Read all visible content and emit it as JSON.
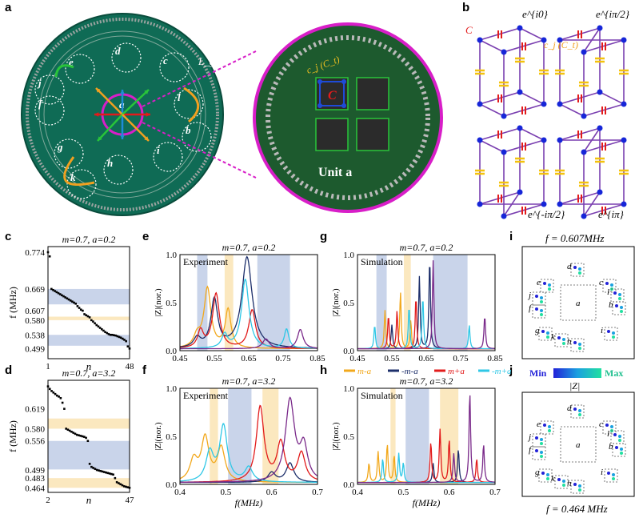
{
  "panel_labels": {
    "a": "a",
    "b": "b",
    "c": "c",
    "d": "d",
    "e": "e",
    "f": "f",
    "g": "g",
    "h": "h",
    "i": "i",
    "j": "j"
  },
  "panel_a": {
    "unit_label": "Unit a",
    "site_labels": [
      "a",
      "b",
      "c",
      "d",
      "e",
      "f",
      "g",
      "h",
      "i",
      "j",
      "k",
      "l"
    ],
    "lg_label": "L_g",
    "cj_label": "c_j (C_t)",
    "c_label": "C",
    "colors": {
      "board": "#0f6b55",
      "zoom_border": "#d81ec8",
      "red": "#e21b1b",
      "blue": "#1e8bd8",
      "orange": "#f0a020",
      "green": "#29c43a"
    }
  },
  "panel_b": {
    "phase_labels": [
      "e^{i0}",
      "e^{iπ/2}",
      "e^{-iπ/2}",
      "e^{iπ}"
    ],
    "c_label": "C",
    "cj_label": "c_j (C_t)",
    "colors": {
      "node": "#1626d8",
      "edge": "#7a3fb0",
      "cap_red": "#e21b1b",
      "cap_yellow": "#f4c20d"
    }
  },
  "legend": {
    "items": [
      {
        "label": "m-a",
        "color": "#f2a81c"
      },
      {
        "label": "-m-a",
        "color": "#1d2f6b"
      },
      {
        "label": "m+a",
        "color": "#e21b1b"
      },
      {
        "label": "-m+a",
        "color": "#2ec7e6"
      }
    ]
  },
  "panel_i": {
    "title": "f = 0.607MHz",
    "sites": [
      "a",
      "b",
      "c",
      "d",
      "e",
      "f",
      "g",
      "h",
      "i",
      "j",
      "k",
      "l"
    ]
  },
  "panel_j": {
    "title": "f = 0.464 MHz",
    "sites": [
      "a",
      "b",
      "c",
      "d",
      "e",
      "f",
      "g",
      "h",
      "i",
      "j",
      "k",
      "l"
    ]
  },
  "colorbar": {
    "min_label": "Min",
    "max_label": "Max",
    "quantity": "|Z|",
    "colors": [
      "#2222d8",
      "#1aa0e0",
      "#22e0a0"
    ]
  },
  "chart_data": [
    {
      "id": "c",
      "type": "scatter",
      "title": "m=0.7, a=0.2",
      "xlabel": "n",
      "ylabel": "f (MHz)",
      "xlim": [
        1,
        48
      ],
      "ylim": [
        0.47,
        0.79
      ],
      "xtick_labels": [
        "1",
        "48"
      ],
      "ytick_labels": [
        "0.774",
        "0.669",
        "0.607",
        "0.580",
        "0.538",
        "0.499"
      ],
      "bands": [
        {
          "range": [
            0.625,
            0.669
          ],
          "color": "#c9d4ea"
        },
        {
          "range": [
            0.58,
            0.59
          ],
          "color": "#fbe8bf"
        },
        {
          "range": [
            0.507,
            0.538
          ],
          "color": "#c9d4ea"
        }
      ],
      "points": [
        [
          1,
          0.774
        ],
        [
          2,
          0.762
        ],
        [
          3,
          0.669
        ],
        [
          4,
          0.666
        ],
        [
          5,
          0.663
        ],
        [
          6,
          0.66
        ],
        [
          7,
          0.657
        ],
        [
          8,
          0.654
        ],
        [
          9,
          0.651
        ],
        [
          10,
          0.648
        ],
        [
          11,
          0.645
        ],
        [
          12,
          0.642
        ],
        [
          13,
          0.639
        ],
        [
          14,
          0.636
        ],
        [
          15,
          0.633
        ],
        [
          16,
          0.63
        ],
        [
          17,
          0.627
        ],
        [
          18,
          0.62
        ],
        [
          19,
          0.615
        ],
        [
          20,
          0.61
        ],
        [
          21,
          0.607
        ],
        [
          22,
          0.597
        ],
        [
          23,
          0.594
        ],
        [
          24,
          0.591
        ],
        [
          25,
          0.588
        ],
        [
          26,
          0.58
        ],
        [
          27,
          0.576
        ],
        [
          28,
          0.571
        ],
        [
          29,
          0.566
        ],
        [
          30,
          0.562
        ],
        [
          31,
          0.558
        ],
        [
          32,
          0.554
        ],
        [
          33,
          0.55
        ],
        [
          34,
          0.546
        ],
        [
          35,
          0.543
        ],
        [
          36,
          0.54
        ],
        [
          37,
          0.538
        ],
        [
          38,
          0.538
        ],
        [
          39,
          0.537
        ],
        [
          40,
          0.536
        ],
        [
          41,
          0.534
        ],
        [
          42,
          0.532
        ],
        [
          43,
          0.53
        ],
        [
          44,
          0.527
        ],
        [
          45,
          0.524
        ],
        [
          46,
          0.52
        ],
        [
          47,
          0.505
        ],
        [
          48,
          0.499
        ]
      ]
    },
    {
      "id": "d",
      "type": "scatter",
      "title": "m=0.7, a=3.2",
      "xlabel": "n",
      "ylabel": "f (MHz)",
      "xlim": [
        2,
        47
      ],
      "ylim": [
        0.455,
        0.675
      ],
      "xtick_labels": [
        "2",
        "47"
      ],
      "ytick_labels": [
        "0.619",
        "0.580",
        "0.556",
        "0.499",
        "0.483",
        "0.464"
      ],
      "bands": [
        {
          "range": [
            0.58,
            0.6
          ],
          "color": "#fbe8bf"
        },
        {
          "range": [
            0.5,
            0.556
          ],
          "color": "#c9d4ea"
        },
        {
          "range": [
            0.464,
            0.483
          ],
          "color": "#fbe8bf"
        }
      ],
      "points": [
        [
          2,
          0.663
        ],
        [
          3,
          0.658
        ],
        [
          4,
          0.654
        ],
        [
          5,
          0.651
        ],
        [
          6,
          0.648
        ],
        [
          7,
          0.645
        ],
        [
          8,
          0.643
        ],
        [
          9,
          0.64
        ],
        [
          10,
          0.631
        ],
        [
          11,
          0.619
        ],
        [
          12,
          0.58
        ],
        [
          13,
          0.578
        ],
        [
          14,
          0.576
        ],
        [
          15,
          0.574
        ],
        [
          16,
          0.572
        ],
        [
          17,
          0.57
        ],
        [
          18,
          0.568
        ],
        [
          19,
          0.567
        ],
        [
          20,
          0.566
        ],
        [
          21,
          0.565
        ],
        [
          22,
          0.564
        ],
        [
          23,
          0.562
        ],
        [
          24,
          0.556
        ],
        [
          25,
          0.511
        ],
        [
          26,
          0.505
        ],
        [
          27,
          0.503
        ],
        [
          28,
          0.501
        ],
        [
          29,
          0.499
        ],
        [
          30,
          0.498
        ],
        [
          31,
          0.497
        ],
        [
          32,
          0.496
        ],
        [
          33,
          0.495
        ],
        [
          34,
          0.494
        ],
        [
          35,
          0.493
        ],
        [
          36,
          0.492
        ],
        [
          37,
          0.491
        ],
        [
          38,
          0.49
        ],
        [
          39,
          0.483
        ],
        [
          40,
          0.475
        ],
        [
          41,
          0.473
        ],
        [
          42,
          0.471
        ],
        [
          43,
          0.469
        ],
        [
          44,
          0.467
        ],
        [
          45,
          0.466
        ],
        [
          46,
          0.465
        ],
        [
          47,
          0.464
        ]
      ]
    },
    {
      "id": "e",
      "type": "line",
      "title": "m=0.7, a=0.2",
      "annotation": "Experiment",
      "xlabel": "",
      "ylabel": "|Z|(nor.)",
      "xlim": [
        0.45,
        0.85
      ],
      "ylim": [
        0,
        1.0
      ],
      "xtick_labels": [
        "0.45",
        "0.55",
        "0.65",
        "0.75",
        "0.85"
      ],
      "ytick_labels": [
        "0.0",
        "0.5",
        "1.0"
      ],
      "bands": [
        {
          "range": [
            0.5,
            0.53
          ],
          "color": "#c9d4ea"
        },
        {
          "range": [
            0.58,
            0.605
          ],
          "color": "#fbe8bf"
        },
        {
          "range": [
            0.675,
            0.77
          ],
          "color": "#c9d4ea"
        }
      ],
      "series": [
        {
          "name": "m-a",
          "color": "#f2a81c",
          "peaks": [
            [
              0.53,
              0.62,
              0.012
            ],
            [
              0.59,
              0.4,
              0.01
            ],
            [
              0.5,
              0.12,
              0.012
            ]
          ]
        },
        {
          "name": "-m-a",
          "color": "#1d2f6b",
          "peaks": [
            [
              0.645,
              0.95,
              0.018
            ],
            [
              0.55,
              0.5,
              0.012
            ],
            [
              0.5,
              0.1,
              0.012
            ]
          ]
        },
        {
          "name": "m+a",
          "color": "#e21b1b",
          "peaks": [
            [
              0.555,
              0.57,
              0.012
            ],
            [
              0.51,
              0.18,
              0.01
            ],
            [
              0.66,
              0.4,
              0.012
            ]
          ]
        },
        {
          "name": "-m+a",
          "color": "#2ec7e6",
          "peaks": [
            [
              0.64,
              0.72,
              0.013
            ],
            [
              0.76,
              0.2,
              0.008
            ],
            [
              0.58,
              0.14,
              0.01
            ]
          ]
        },
        {
          "name": "",
          "color": "#7a2a8a",
          "peaks": [
            [
              0.8,
              0.2,
              0.01
            ],
            [
              0.7,
              0.1,
              0.012
            ]
          ]
        }
      ]
    },
    {
      "id": "g",
      "type": "line",
      "title": "m=0.7, a=0.2",
      "annotation": "Simulation",
      "xlabel": "",
      "ylabel": "|Z|(nor.)",
      "xlim": [
        0.45,
        0.85
      ],
      "ylim": [
        0,
        1.0
      ],
      "xtick_labels": [
        "0.45",
        "0.55",
        "0.65",
        "0.75",
        "0.85"
      ],
      "ytick_labels": [
        "0.0",
        "0.5",
        "1.0"
      ],
      "bands": [
        {
          "range": [
            0.505,
            0.535
          ],
          "color": "#c9d4ea"
        },
        {
          "range": [
            0.585,
            0.605
          ],
          "color": "#fbe8bf"
        },
        {
          "range": [
            0.67,
            0.77
          ],
          "color": "#c9d4ea"
        }
      ],
      "series": [
        {
          "name": "m-a",
          "color": "#f2a81c",
          "peaks": [
            [
              0.53,
              0.4,
              0.0025
            ],
            [
              0.575,
              0.6,
              0.0025
            ],
            [
              0.605,
              0.3,
              0.0025
            ]
          ]
        },
        {
          "name": "-m-a",
          "color": "#1d2f6b",
          "peaks": [
            [
              0.63,
              0.75,
              0.0025
            ],
            [
              0.66,
              0.95,
              0.0025
            ],
            [
              0.55,
              0.25,
              0.0025
            ]
          ]
        },
        {
          "name": "m+a",
          "color": "#e21b1b",
          "peaks": [
            [
              0.54,
              0.35,
              0.0025
            ],
            [
              0.565,
              0.4,
              0.0025
            ],
            [
              0.62,
              0.55,
              0.0025
            ]
          ]
        },
        {
          "name": "-m+a",
          "color": "#2ec7e6",
          "peaks": [
            [
              0.5,
              0.25,
              0.0025
            ],
            [
              0.6,
              0.45,
              0.0025
            ],
            [
              0.64,
              0.55,
              0.0025
            ],
            [
              0.775,
              0.25,
              0.0025
            ]
          ]
        },
        {
          "name": "",
          "color": "#7a2a8a",
          "peaks": [
            [
              0.67,
              0.92,
              0.0025
            ],
            [
              0.82,
              0.35,
              0.0025
            ]
          ]
        }
      ]
    },
    {
      "id": "f",
      "type": "line",
      "title": "m=0.7, a=3.2",
      "annotation": "Experiment",
      "xlabel": "f(MHz)",
      "ylabel": "|Z|(nor.)",
      "xlim": [
        0.4,
        0.7
      ],
      "ylim": [
        0,
        1.0
      ],
      "xtick_labels": [
        "0.4",
        "0.5",
        "0.6",
        "0.7"
      ],
      "ytick_labels": [
        "0.0",
        "0.5",
        "1.0"
      ],
      "bands": [
        {
          "range": [
            0.465,
            0.483
          ],
          "color": "#fbe8bf"
        },
        {
          "range": [
            0.505,
            0.556
          ],
          "color": "#c9d4ea"
        },
        {
          "range": [
            0.58,
            0.615
          ],
          "color": "#fbe8bf"
        }
      ],
      "series": [
        {
          "name": "m-a",
          "color": "#f2a81c",
          "peaks": [
            [
              0.455,
              0.45,
              0.01
            ],
            [
              0.49,
              0.35,
              0.01
            ],
            [
              0.43,
              0.22,
              0.01
            ]
          ]
        },
        {
          "name": "-m-a",
          "color": "#1d2f6b",
          "peaks": [
            [
              0.64,
              0.2,
              0.01
            ],
            [
              0.6,
              0.1,
              0.01
            ]
          ]
        },
        {
          "name": "m+a",
          "color": "#e21b1b",
          "peaks": [
            [
              0.575,
              0.78,
              0.01
            ],
            [
              0.62,
              0.4,
              0.01
            ],
            [
              0.665,
              0.3,
              0.01
            ]
          ]
        },
        {
          "name": "-m+a",
          "color": "#2ec7e6",
          "peaks": [
            [
              0.495,
              0.58,
              0.01
            ],
            [
              0.465,
              0.3,
              0.01
            ],
            [
              0.55,
              0.15,
              0.01
            ]
          ]
        },
        {
          "name": "",
          "color": "#7a2a8a",
          "peaks": [
            [
              0.64,
              0.85,
              0.012
            ],
            [
              0.67,
              0.35,
              0.01
            ]
          ]
        }
      ]
    },
    {
      "id": "h",
      "type": "line",
      "title": "m=0.7, a=3.2",
      "annotation": "Simulation",
      "xlabel": "f(MHz)",
      "ylabel": "|Z|(nor.)",
      "xlim": [
        0.4,
        0.7
      ],
      "ylim": [
        0,
        1.0
      ],
      "xtick_labels": [
        "0.4",
        "0.5",
        "0.6",
        "0.7"
      ],
      "ytick_labels": [
        "0.0",
        "0.5",
        "1.0"
      ],
      "bands": [
        {
          "range": [
            0.472,
            0.483
          ],
          "color": "#fbe8bf"
        },
        {
          "range": [
            0.505,
            0.556
          ],
          "color": "#c9d4ea"
        },
        {
          "range": [
            0.58,
            0.62
          ],
          "color": "#fbe8bf"
        }
      ],
      "series": [
        {
          "name": "m-a",
          "color": "#f2a81c",
          "peaks": [
            [
              0.425,
              0.2,
              0.002
            ],
            [
              0.445,
              0.32,
              0.002
            ],
            [
              0.465,
              0.4,
              0.002
            ],
            [
              0.48,
              0.28,
              0.002
            ]
          ]
        },
        {
          "name": "-m-a",
          "color": "#1d2f6b",
          "peaks": [
            [
              0.565,
              0.2,
              0.002
            ],
            [
              0.62,
              0.35,
              0.002
            ]
          ]
        },
        {
          "name": "m+a",
          "color": "#e21b1b",
          "peaks": [
            [
              0.56,
              0.42,
              0.002
            ],
            [
              0.58,
              0.55,
              0.002
            ],
            [
              0.6,
              0.45,
              0.002
            ],
            [
              0.66,
              0.25,
              0.002
            ]
          ]
        },
        {
          "name": "-m+a",
          "color": "#2ec7e6",
          "peaks": [
            [
              0.455,
              0.25,
              0.002
            ],
            [
              0.49,
              0.3,
              0.002
            ],
            [
              0.5,
              0.2,
              0.002
            ]
          ]
        },
        {
          "name": "",
          "color": "#7a2a8a",
          "peaks": [
            [
              0.645,
              0.95,
              0.002
            ],
            [
              0.61,
              0.3,
              0.002
            ],
            [
              0.675,
              0.4,
              0.002
            ]
          ]
        }
      ]
    }
  ]
}
